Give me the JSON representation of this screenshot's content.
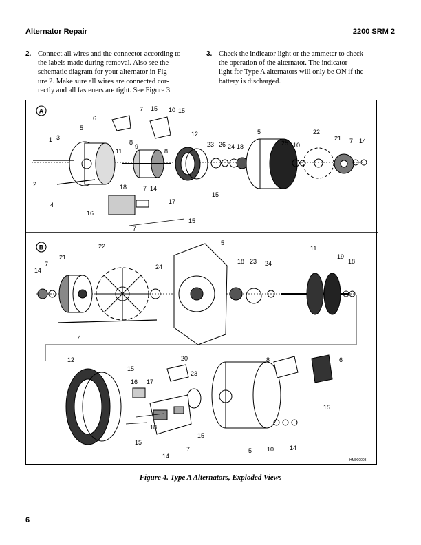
{
  "header": {
    "left": "Alternator Repair",
    "right": "2200 SRM 2"
  },
  "steps": [
    {
      "num": "2.",
      "lines": [
        "Connect all wires and the connector according to",
        "the labels made during removal. Also see the",
        "schematic diagram for your alternator in Fig-",
        "ure 2. Make sure all wires are connected cor-",
        "rectly and all fasteners are tight. See Figure 3."
      ]
    },
    {
      "num": "3.",
      "lines": [
        "Check the indicator light or the ammeter to check",
        "the operation of the alternator. The indicator",
        "light for Type A alternators will only be ON if the",
        "battery is discharged."
      ]
    }
  ],
  "figure": {
    "view_a_label": "A",
    "view_b_label": "B",
    "ref_code": "HM000003",
    "callouts_a": [
      "1",
      "3",
      "5",
      "7",
      "15",
      "10",
      "15",
      "6",
      "8",
      "9",
      "8",
      "11",
      "12",
      "23",
      "26",
      "24",
      "18",
      "5",
      "25",
      "10",
      "22",
      "21",
      "7",
      "14",
      "2",
      "4",
      "18",
      "7",
      "14",
      "15",
      "16",
      "17",
      "7",
      "15"
    ],
    "callouts_b": [
      "14",
      "7",
      "21",
      "22",
      "24",
      "5",
      "18",
      "23",
      "24",
      "11",
      "19",
      "18",
      "4",
      "12",
      "15",
      "20",
      "16",
      "17",
      "23",
      "8",
      "6",
      "15",
      "18",
      "15",
      "15",
      "7",
      "14",
      "5",
      "10",
      "14"
    ]
  },
  "caption": "Figure 4. Type A Alternators, Exploded Views",
  "page_number": "6"
}
